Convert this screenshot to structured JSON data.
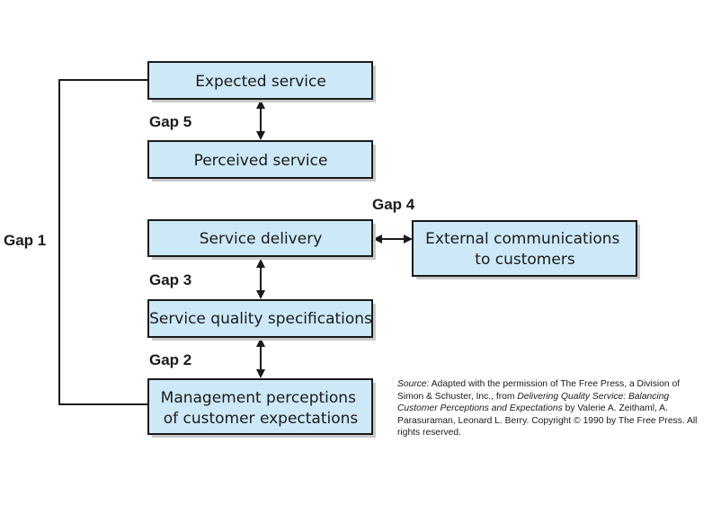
{
  "boxes": {
    "expected_service": [
      "Expected service"
    ],
    "perceived_service": [
      "Perceived service"
    ],
    "service_delivery": [
      "Service delivery"
    ],
    "external_communications": [
      "External communications",
      "to customers"
    ],
    "service_quality_specifications": [
      "Service quality specifications"
    ],
    "management_perceptions": [
      "Management perceptions",
      "of customer expectations"
    ]
  },
  "gaps": {
    "gap1": "Gap 1",
    "gap2": "Gap 2",
    "gap3": "Gap 3",
    "gap4": "Gap 4",
    "gap5": "Gap 5"
  },
  "source": {
    "label": "Source:",
    "text_1": " Adapted with the permission of The Free Press, a Division of Simon & Schuster, Inc., from ",
    "title": "Delivering Quality Service: Balancing Customer Perceptions and Expectations",
    "text_2": " by Valerie A. Zeithaml, A. Parasuraman, Leonard L. Berry. Copyright © 1990 by The Free Press. All rights reserved."
  },
  "colors": {
    "box_fill": "#cde9f7",
    "box_stroke": "#1a1a1a",
    "shadow": "#c8c8c8",
    "line": "#1a1a1a"
  }
}
